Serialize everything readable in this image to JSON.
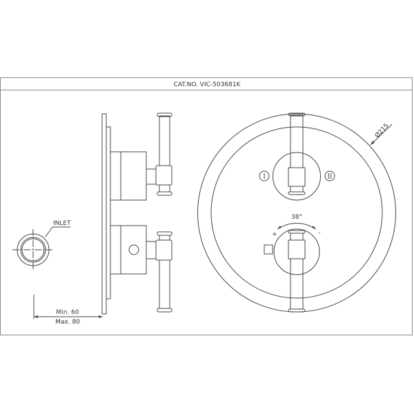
{
  "title": "CAT.NO. VIC-503681K",
  "side_view": {
    "inlet_label": "INLET",
    "dim_min": "Min. 60",
    "dim_max": "Max. 80"
  },
  "front_view": {
    "diameter_label": "Ø215",
    "position_1": "I",
    "position_2": "II",
    "rotation_angle": "38°",
    "plus_sign": "+",
    "minus_sign": "-"
  },
  "colors": {
    "line": "#444444",
    "frame": "#888888"
  }
}
